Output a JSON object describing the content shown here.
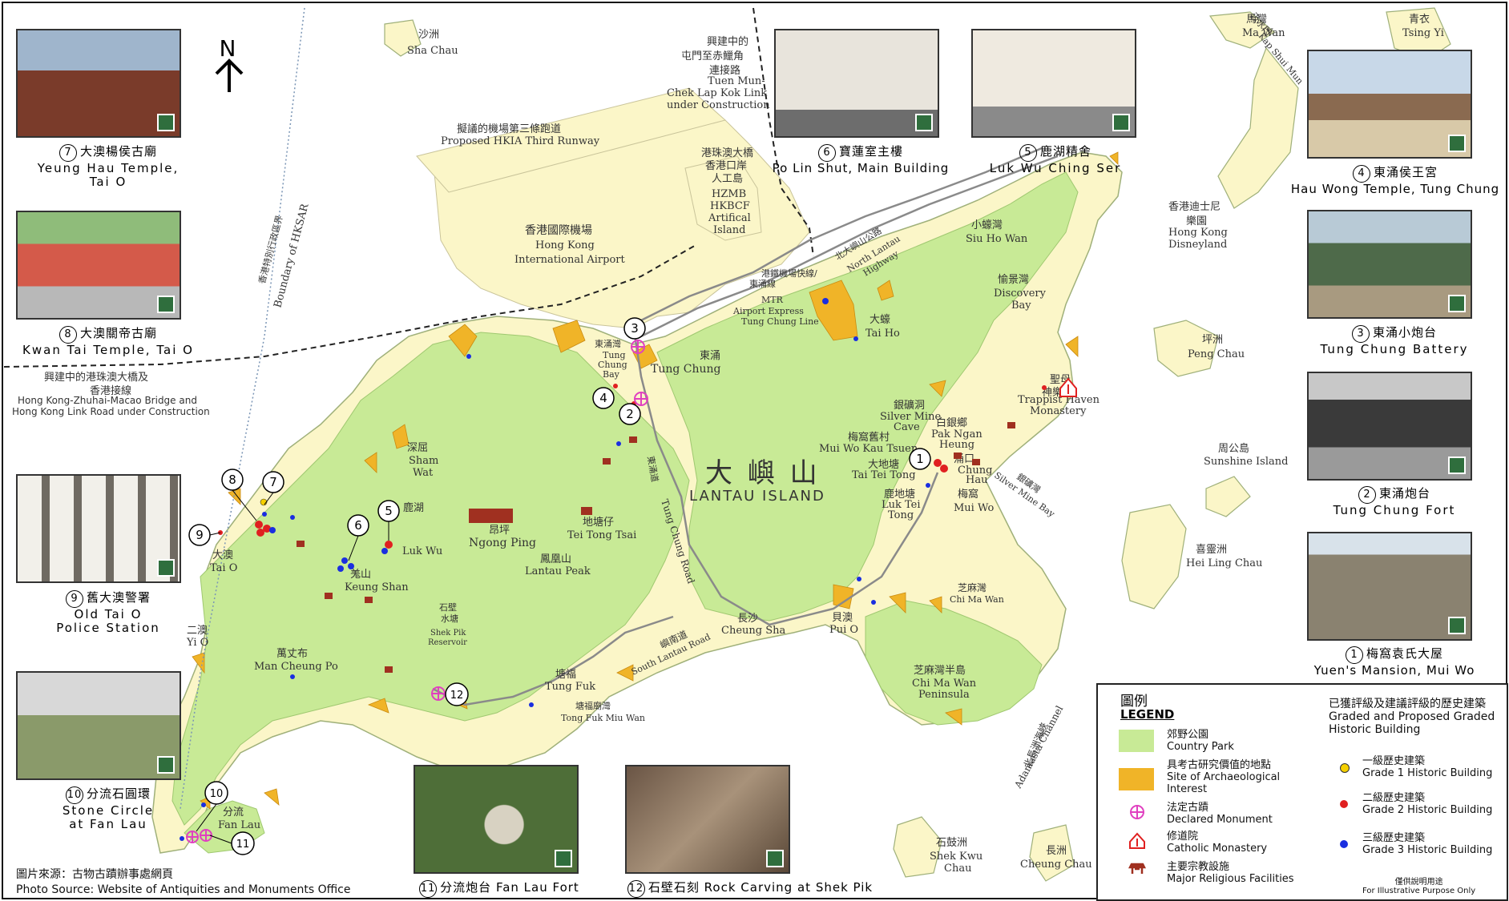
{
  "map": {
    "north_label": "N",
    "colors": {
      "country_park": "#c8ea96",
      "land": "#fbf6c8",
      "archaeology": "#f0b428",
      "water": "#ffffff",
      "grade1": "#f5d000",
      "grade2": "#e02020",
      "grade3": "#1a2ee0",
      "monument": "#e040c0"
    },
    "places": {
      "sha_chau_cn": "沙洲",
      "sha_chau_en": "Sha Chau",
      "third_runway_cn": "擬議的機場第三條跑道",
      "third_runway_en": "Proposed HKIA Third Runway",
      "airport_cn": "香港國際機場",
      "airport_en1": "Hong Kong",
      "airport_en2": "International Airport",
      "hzmb_cn1": "港珠澳大橋",
      "hzmb_cn2": "香港口岸",
      "hzmb_cn3": "人工島",
      "hzmb_en1": "HZMB",
      "hzmb_en2": "HKBCF",
      "hzmb_en3": "Artifical",
      "hzmb_en4": "Island",
      "tmcl_cn1": "興建中的",
      "tmcl_cn2": "屯門至赤鱲角",
      "tmcl_cn3": "連接路",
      "tmcl_en1": "Tuen Mun-",
      "tmcl_en2": "Chek Lap Kok Link",
      "tmcl_en3": "under Construction",
      "mtr_cn1": "港鐵機場快線/",
      "mtr_cn2": "東涌線",
      "mtr_en1": "MTR",
      "mtr_en2": "Airport Express",
      "mtr_en3": "Tung Chung Line",
      "boundary_cn": "香港特別行政區界",
      "boundary_en": "Boundary of HKSAR",
      "bridge_cn1": "興建中的港珠澳大橋及",
      "bridge_cn2": "香港接線",
      "bridge_en1": "Hong Kong-Zhuhai-Macao Bridge and",
      "bridge_en2": "Hong Kong Link Road under Construction",
      "ma_wan_cn": "馬灣",
      "ma_wan_en": "Ma Wan",
      "tsing_yi_cn": "青衣",
      "tsing_yi_en": "Tsing Yi",
      "kap_shui_mun_cn": "汲水門",
      "kap_shui_mun_en": "Kap Shui Mun",
      "disney_cn1": "香港迪士尼",
      "disney_cn2": "樂園",
      "disney_en1": "Hong Kong",
      "disney_en2": "Disneyland",
      "siu_ho_wan_cn": "小蠔灣",
      "siu_ho_wan_en": "Siu Ho Wan",
      "nlh_cn": "北大嶼山公路",
      "nlh_en1": "North Lantau",
      "nlh_en2": "Highway",
      "discovery_cn": "愉景灣",
      "discovery_en1": "Discovery",
      "discovery_en2": "Bay",
      "tai_ho_cn": "大蠔",
      "tai_ho_en": "Tai Ho",
      "peng_chau_cn": "坪洲",
      "peng_chau_en": "Peng Chau",
      "trappist_cn1": "聖母",
      "trappist_cn2": "神樂院",
      "trappist_en1": "Trappist Haven",
      "trappist_en2": "Monastery",
      "silver_cn": "銀礦洞",
      "silver_en1": "Silver Mine",
      "silver_en2": "Cave",
      "pak_ngan_cn": "白銀鄉",
      "pak_ngan_en1": "Pak Ngan",
      "pak_ngan_en2": "Heung",
      "mwkt_cn": "梅窩舊村",
      "mwkt_en": "Mui Wo Kau Tsuen",
      "ttt_cn": "大地塘",
      "ttt_en": "Tai Tei Tong",
      "ltt_cn": "鹿地塘",
      "ltt_en1": "Luk Tei",
      "ltt_en2": "Tong",
      "chung_hau_cn": "涌口",
      "chung_hau_en1": "Chung",
      "chung_hau_en2": "Hau",
      "mui_wo_cn": "梅窩",
      "mui_wo_en": "Mui Wo",
      "smb_cn": "銀礦灣",
      "smb_en": "Silver Mine Bay",
      "sunshine_cn": "周公島",
      "sunshine_en": "Sunshine Island",
      "hei_ling_cn": "喜靈洲",
      "hei_ling_en": "Hei Ling Chau",
      "lantau_cn": "大 嶼 山",
      "lantau_en": "LANTAU  ISLAND",
      "tung_chung_cn": "東涌",
      "tung_chung_en": "Tung Chung",
      "tcb_cn": "東涌灣",
      "tcb_en1": "Tung",
      "tcb_en2": "Chung",
      "tcb_en3": "Bay",
      "tcr_cn": "東涌道",
      "tcr_en": "Tung Chung Road",
      "sham_wat_cn": "深屈",
      "sham_wat_en1": "Sham",
      "sham_wat_en2": "Wat",
      "ngong_ping_cn": "昂坪",
      "ngong_ping_en": "Ngong Ping",
      "ttts_cn": "地塘仔",
      "ttts_en": "Tei Tong Tsai",
      "lantau_peak_cn": "鳳凰山",
      "lantau_peak_en": "Lantau  Peak",
      "luk_wu_cn": "鹿湖",
      "luk_wu_en": "Luk Wu",
      "keung_shan_cn": "羗山",
      "keung_shan_en": "Keung Shan",
      "tai_o_cn": "大澳",
      "tai_o_en": "Tai O",
      "yi_o_cn": "二澳",
      "yi_o_en": "Yi O",
      "mcp_cn": "萬丈布",
      "mcp_en": "Man Cheung Po",
      "spr_cn1": "石壁",
      "spr_cn2": "水塘",
      "spr_en1": "Shek Pik",
      "spr_en2": "Reservoir",
      "tung_fuk_cn": "塘福",
      "tung_fuk_en": "Tung Fuk",
      "tfmw_cn": "塘福廟灣",
      "tfmw_en": "Tong Fuk Miu Wan",
      "slr_cn": "嶼南道",
      "slr_en": "South Lantau Road",
      "cheung_sha_cn": "長沙",
      "cheung_sha_en": "Cheung Sha",
      "pui_o_cn": "貝澳",
      "pui_o_en": "Pui O",
      "chi_ma_wan_cn": "芝麻灣",
      "chi_ma_wan_en": "Chi Ma Wan",
      "cmwp_cn": "芝麻灣半島",
      "cmwp_en1": "Chi Ma Wan",
      "cmwp_en2": "Peninsula",
      "adamasta_cn": "北長洲海峽",
      "adamasta_en": "Adamasta Channel",
      "fan_lau_cn": "分流",
      "fan_lau_en": "Fan Lau",
      "shek_kwu_cn": "石鼓洲",
      "shek_kwu_en1": "Shek Kwu",
      "shek_kwu_en2": "Chau",
      "cheung_chau_cn": "長洲",
      "cheung_chau_en": "Cheung Chau"
    },
    "markers": [
      "1",
      "2",
      "3",
      "4",
      "5",
      "6",
      "7",
      "8",
      "9",
      "10",
      "11",
      "12"
    ]
  },
  "photos": [
    {
      "num": "7",
      "cn": "大澳楊侯古廟",
      "en1": "Yeung Hau Temple,",
      "en2": "Tai O"
    },
    {
      "num": "8",
      "cn": "大澳關帝古廟",
      "en1": "Kwan Tai Temple, Tai O",
      "en2": ""
    },
    {
      "num": "9",
      "cn": "舊大澳警署",
      "en1": "Old Tai O",
      "en2": "Police Station"
    },
    {
      "num": "10",
      "cn": "分流石圓環",
      "en1": "Stone Circle",
      "en2": "at Fan Lau"
    },
    {
      "num": "6",
      "cn": "寶蓮室主樓",
      "en1": "Po Lin Shut, Main Building",
      "en2": ""
    },
    {
      "num": "5",
      "cn": "鹿湖精舍",
      "en1": "Luk Wu Ching Ser",
      "en2": ""
    },
    {
      "num": "4",
      "cn": "東涌侯王宮",
      "en1": "Hau Wong Temple, Tung Chung",
      "en2": ""
    },
    {
      "num": "3",
      "cn": "東涌小炮台",
      "en1": "Tung Chung Battery",
      "en2": ""
    },
    {
      "num": "2",
      "cn": "東涌炮台",
      "en1": "Tung Chung Fort",
      "en2": ""
    },
    {
      "num": "1",
      "cn": "梅窩袁氏大屋",
      "en1": "Yuen's Mansion, Mui Wo",
      "en2": ""
    },
    {
      "num": "11",
      "cn": "分流炮台",
      "en1": "Fan Lau Fort",
      "en2": ""
    },
    {
      "num": "12",
      "cn": "石壁石刻",
      "en1": "Rock Carving at Shek Pik",
      "en2": ""
    }
  ],
  "legend": {
    "title_cn": "圖例",
    "title_en": "LEGEND",
    "items": [
      {
        "cn": "郊野公園",
        "en": "Country Park"
      },
      {
        "cn": "具考古研究價值的地點",
        "en": "Site of Archaeological Interest"
      },
      {
        "cn": "法定古蹟",
        "en": "Declared Monument"
      },
      {
        "cn": "修道院",
        "en": "Catholic Monastery"
      },
      {
        "cn": "主要宗教設施",
        "en": "Major Religious Facilities"
      }
    ],
    "graded_title_cn": "已獲評級及建議評級的歷史建築",
    "graded_title_en1": "Graded and Proposed Graded",
    "graded_title_en2": "Historic Building",
    "grades": [
      {
        "cn": "一級歷史建築",
        "en": "Grade 1 Historic Building"
      },
      {
        "cn": "二級歷史建築",
        "en": "Grade 2 Historic Building"
      },
      {
        "cn": "三級歷史建築",
        "en": "Grade 3 Historic Building"
      }
    ],
    "note_cn": "僅供說明用途",
    "note_en": "For Illustrative Purpose Only"
  },
  "source": {
    "cn": "圖片來源：古物古蹟辦事處網頁",
    "en": "Photo Source: Website of Antiquities and Monuments Office"
  }
}
